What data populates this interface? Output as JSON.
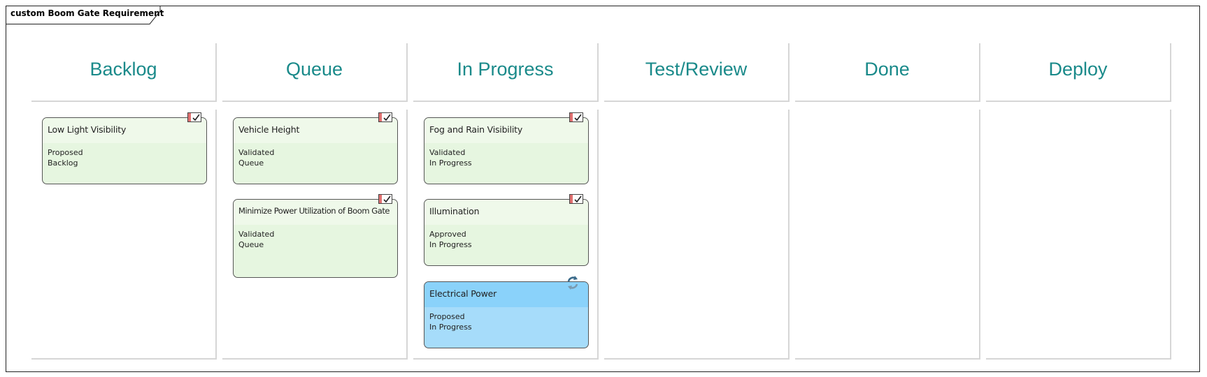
{
  "frame": {
    "title": "custom Boom Gate Requirement"
  },
  "columns": [
    {
      "title": "Backlog"
    },
    {
      "title": "Queue"
    },
    {
      "title": "In Progress"
    },
    {
      "title": "Test/Review"
    },
    {
      "title": "Done"
    },
    {
      "title": "Deploy"
    }
  ],
  "cards": [
    {
      "name": "Low Light Visibility",
      "status": "Proposed",
      "phase": "Backlog",
      "icon": "requirement-icon"
    },
    {
      "name": "Vehicle Height",
      "status": "Validated",
      "phase": "Queue",
      "icon": "requirement-icon"
    },
    {
      "name": "Minimize Power Utilization of Boom Gate",
      "status": "Validated",
      "phase": "Queue",
      "icon": "requirement-icon"
    },
    {
      "name": "Fog and Rain Visibility",
      "status": "Validated",
      "phase": "In Progress",
      "icon": "requirement-icon"
    },
    {
      "name": "Illumination",
      "status": "Approved",
      "phase": "In Progress",
      "icon": "requirement-icon"
    },
    {
      "name": "Electrical Power",
      "status": "Proposed",
      "phase": "In Progress",
      "icon": "sync-icon"
    }
  ],
  "colors": {
    "heading": "#1a8a8a",
    "card_green": "#e6f6e0",
    "card_blue": "#a6dcfa"
  }
}
